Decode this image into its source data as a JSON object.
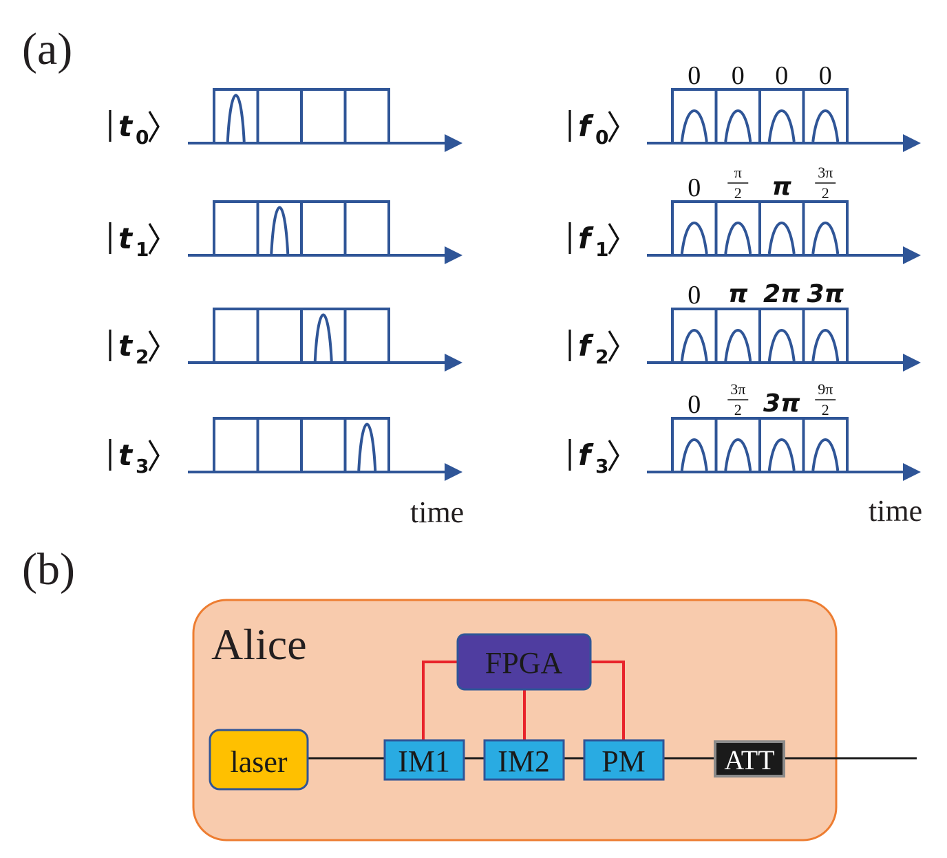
{
  "panel_a": {
    "label": "(a)",
    "axis_label": "time",
    "time_states": [
      {
        "name": "t",
        "sub": "0",
        "pulse_slot": 0
      },
      {
        "name": "t",
        "sub": "1",
        "pulse_slot": 1
      },
      {
        "name": "t",
        "sub": "2",
        "pulse_slot": 2
      },
      {
        "name": "t",
        "sub": "3",
        "pulse_slot": 3
      }
    ],
    "freq_states": [
      {
        "name": "f",
        "sub": "0",
        "phases": [
          {
            "t": "0"
          },
          {
            "t": "0"
          },
          {
            "t": "0"
          },
          {
            "t": "0"
          }
        ]
      },
      {
        "name": "f",
        "sub": "1",
        "phases": [
          {
            "t": "0"
          },
          {
            "num": "π",
            "den": "2"
          },
          {
            "t": "π",
            "bold": true
          },
          {
            "num": "3π",
            "den": "2"
          }
        ]
      },
      {
        "name": "f",
        "sub": "2",
        "phases": [
          {
            "t": "0"
          },
          {
            "t": "π",
            "bold": true
          },
          {
            "t": "2π",
            "bold": true
          },
          {
            "t": "3π",
            "bold": true
          }
        ]
      },
      {
        "name": "f",
        "sub": "3",
        "phases": [
          {
            "t": "0"
          },
          {
            "num": "3π",
            "den": "2"
          },
          {
            "t": "3π",
            "bold": true
          },
          {
            "num": "9π",
            "den": "2"
          }
        ]
      }
    ]
  },
  "panel_b": {
    "label": "(b)",
    "container": "Alice",
    "laser": "laser",
    "fpga": "FPGA",
    "im1": "IM1",
    "im2": "IM2",
    "pm": "PM",
    "att": "ATT"
  },
  "colors": {
    "timing_blue": "#2f5597",
    "alice_fill": "#f8cbad",
    "alice_border": "#ed7d31",
    "laser_fill": "#ffc000",
    "modulator_fill": "#29abe2",
    "fpga_fill": "#4f3da0",
    "control_red": "#e8232a",
    "att_fill": "#1a1a1a"
  }
}
